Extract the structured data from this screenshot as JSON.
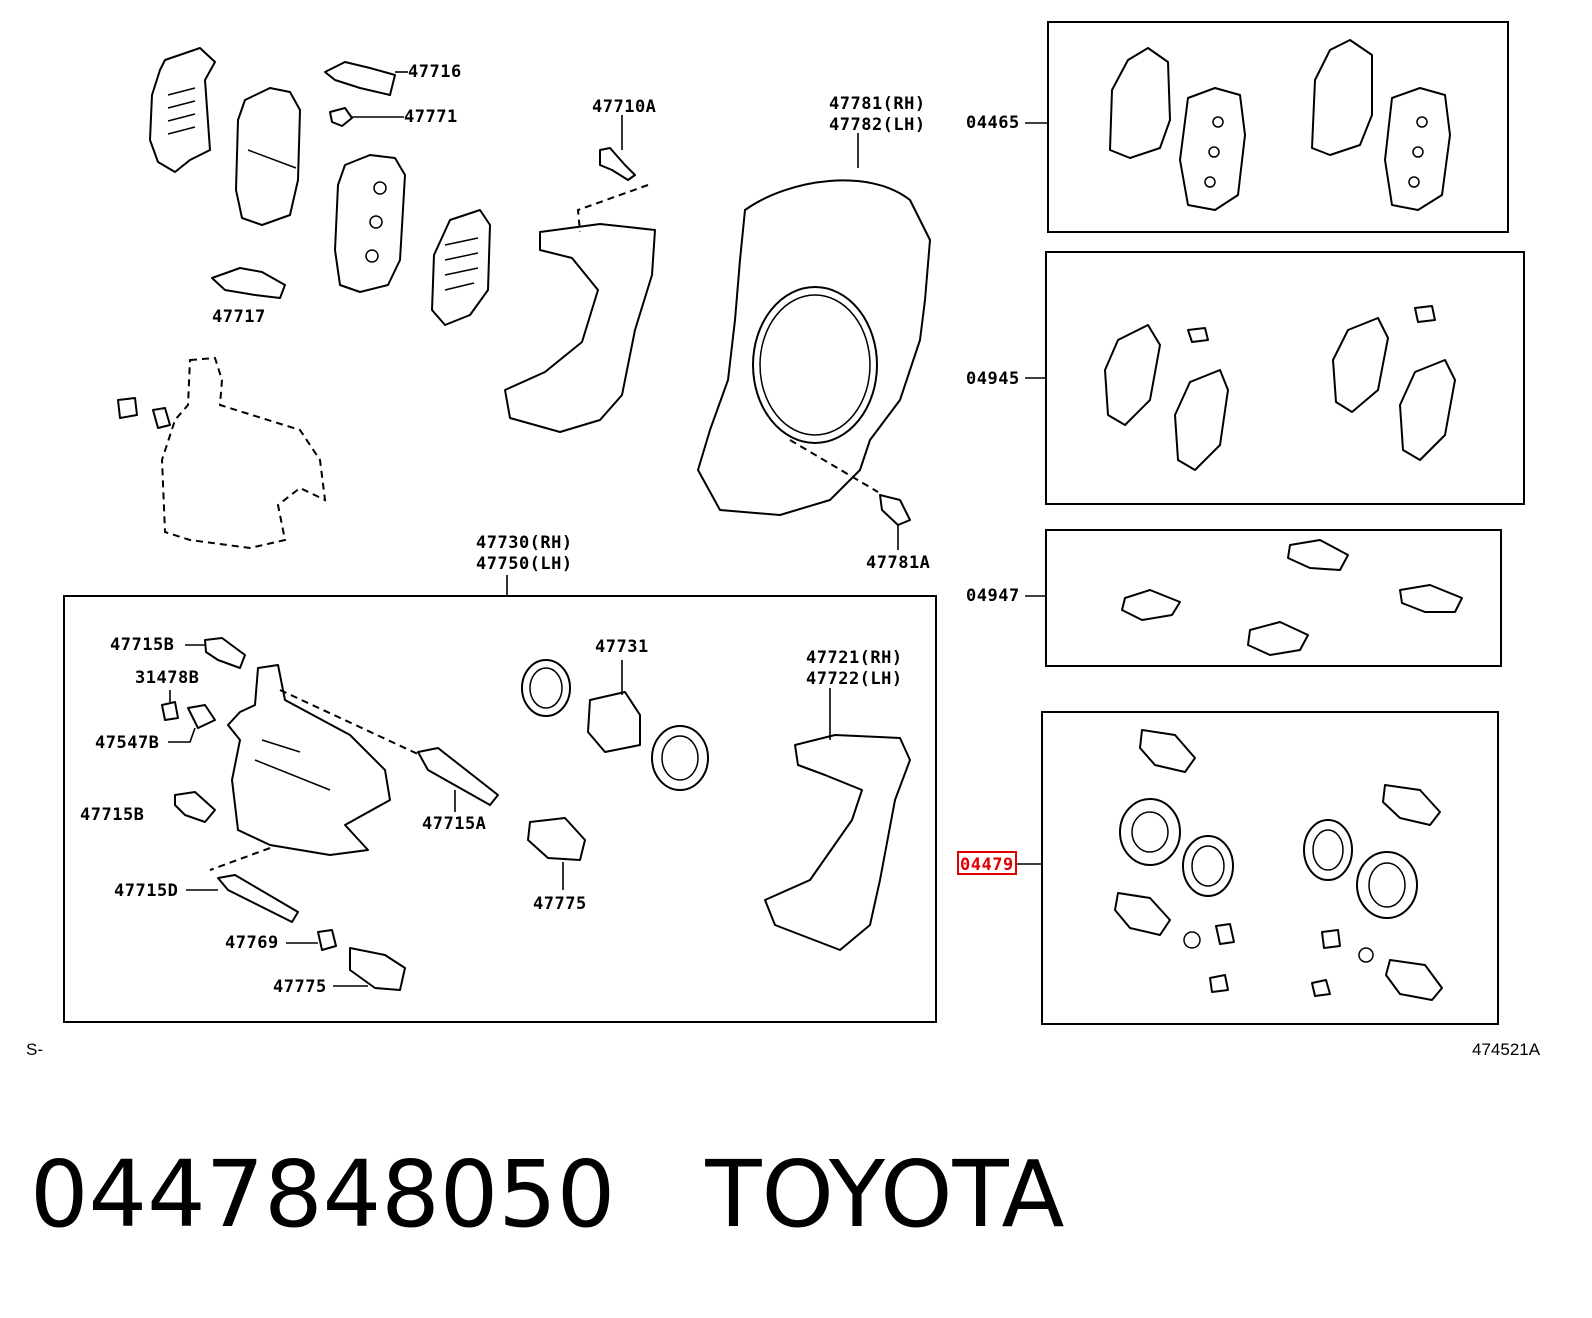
{
  "diagram": {
    "callouts": {
      "c47716": "47716",
      "c47771": "47771",
      "c47717": "47717",
      "c47710a": "47710A",
      "c47781_rh": "47781(RH)",
      "c47782_lh": "47782(LH)",
      "c47781a": "47781A",
      "c47730_rh": "47730(RH)",
      "c47750_lh": "47750(LH)",
      "c47715b_top": "47715B",
      "c31478b": "31478B",
      "c47547b": "47547B",
      "c47715b_mid": "47715B",
      "c47715d": "47715D",
      "c47769": "47769",
      "c47775_bottom": "47775",
      "c47731": "47731",
      "c47715a": "47715A",
      "c47775_mid": "47775",
      "c47721_rh": "47721(RH)",
      "c47722_lh": "47722(LH)",
      "c04465": "04465",
      "c04945": "04945",
      "c04947": "04947",
      "c04479": "04479"
    },
    "corner_left": "S-",
    "corner_right": "474521A",
    "highlight_color": "#e00000"
  },
  "caption": {
    "part_number": "0447848050",
    "brand": "TOYOTA"
  }
}
